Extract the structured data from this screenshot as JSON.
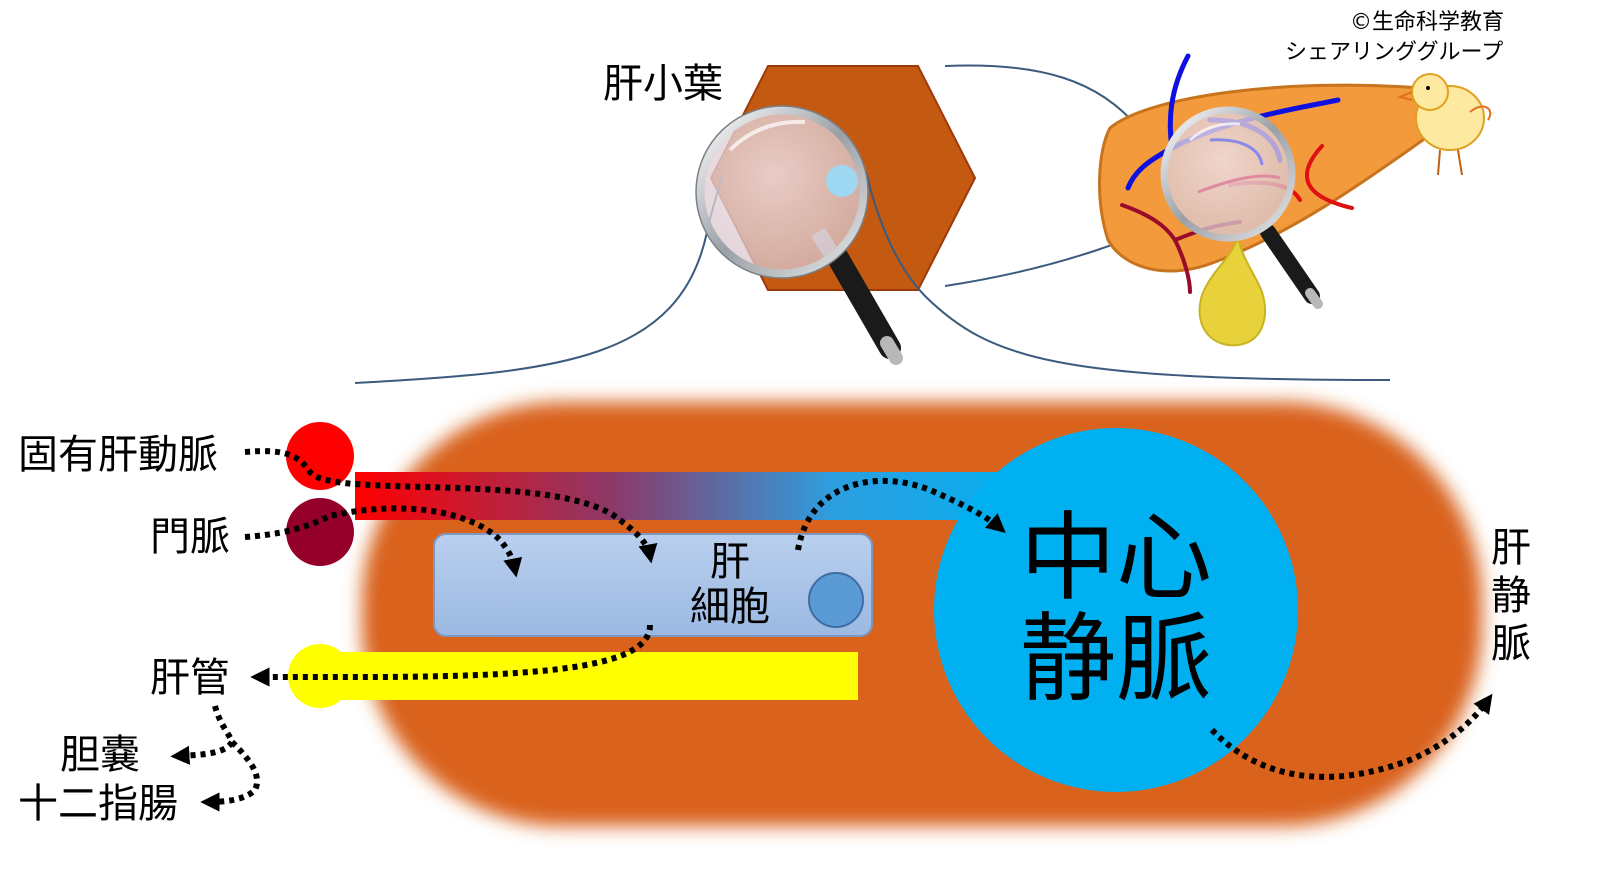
{
  "copyright": [
    "©生命科学教育",
    "シェアリンググループ"
  ],
  "labels": {
    "lobule": "肝小葉",
    "proper_hepatic_artery": "固有肝動脈",
    "portal_vein": "門脈",
    "hepatic_duct": "肝管",
    "gallbladder": "胆嚢",
    "duodenum": "十二指腸",
    "hepatocyte": [
      "肝",
      "細胞"
    ],
    "central_vein": [
      "中心",
      "静脈"
    ],
    "hepatic_vein": [
      "肝",
      "静",
      "脈"
    ]
  },
  "colors": {
    "tissue": "#d9621a",
    "lobule_hex": "#c45a12",
    "liver": "#f39a3c",
    "artery": "#ff0000",
    "portal": "#95002a",
    "bile": "#ffff00",
    "central_vein": "#00b0f0",
    "hepatocyte": "#a9c4e8",
    "nucleus": "#5b9bd5",
    "gallbladder_organ": "#e8d23c",
    "connector": "#3b5b7e"
  },
  "icons": [
    "magnifier-icon",
    "chick-icon"
  ]
}
